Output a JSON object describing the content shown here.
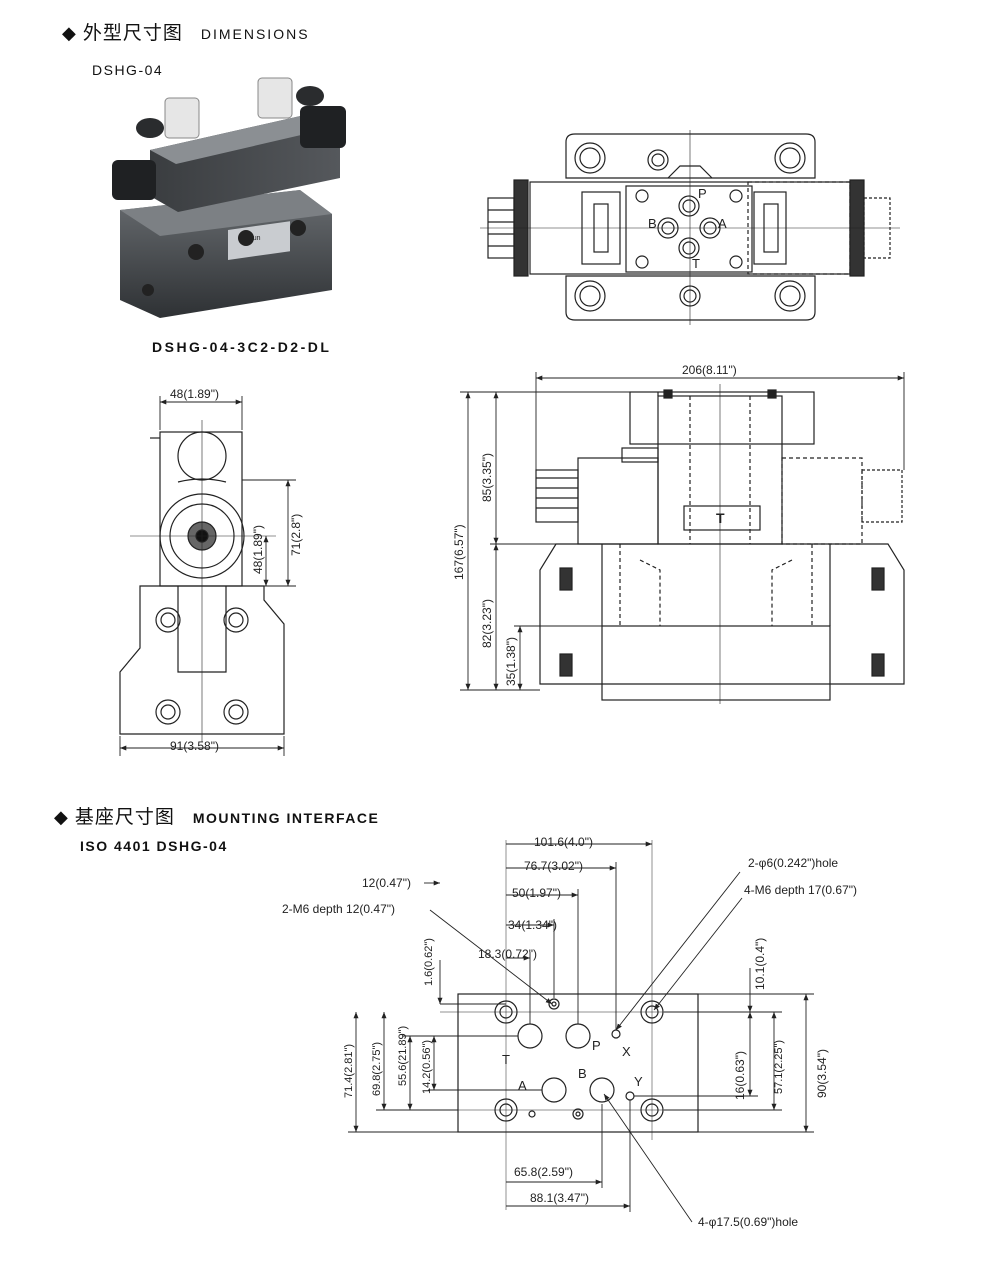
{
  "section_dimensions": {
    "title_cn": "外型尺寸图",
    "title_en": "DIMENSIONS",
    "model": "DSHG-04",
    "photo_caption": "DSHG-04-3C2-D2-DL",
    "photo_label": "JE Sun",
    "port_labels": {
      "p": "P",
      "a": "A",
      "b": "B",
      "t": "T"
    },
    "side_dims": {
      "width_top": "48(1.89\")",
      "height_48": "48(1.89\")",
      "height_71": "71(2.8\")",
      "width_bottom": "91(3.58\")"
    },
    "front_dims": {
      "overall_width": "206(8.11\")",
      "overall_height": "167(6.57\")",
      "upper_height": "85(3.35\")",
      "lower_height": "82(3.23\")",
      "base_height": "35(1.38\")",
      "coil_mark": "T"
    }
  },
  "section_mounting": {
    "title_cn": "基座尺寸图",
    "title_en": "MOUNTING INTERFACE",
    "standard": "ISO 4401  DSHG-04",
    "dims": {
      "d101": "101.6(4.0\")",
      "d767": "76.7(3.02\")",
      "d50": "50(1.97\")",
      "d34": "34(1.34\")",
      "d183": "18.3(0.72\")",
      "d12": "12(0.47\")",
      "m6_12": "2-M6 depth 12(0.47\")",
      "hole6": "2-φ6(0.242\")hole",
      "m6_17": "4-M6 depth 17(0.67\")",
      "d16_062": "1.6(0.62\")",
      "d101_04": "10.1(0.4\")",
      "d714": "71.4(2.81\")",
      "d698": "69.8(2.75\")",
      "d556": "55.6(21.89\")",
      "d142": "14.2(0.56\")",
      "d16": "16(0.63\")",
      "d571": "57.1(2.25\")",
      "d90": "90(3.54\")",
      "d658": "65.8(2.59\")",
      "d881": "88.1(3.47\")",
      "hole175": "4-φ17.5(0.69\")hole"
    },
    "ports": {
      "t": "T",
      "p": "P",
      "a": "A",
      "b": "B",
      "x": "X",
      "y": "Y"
    }
  }
}
